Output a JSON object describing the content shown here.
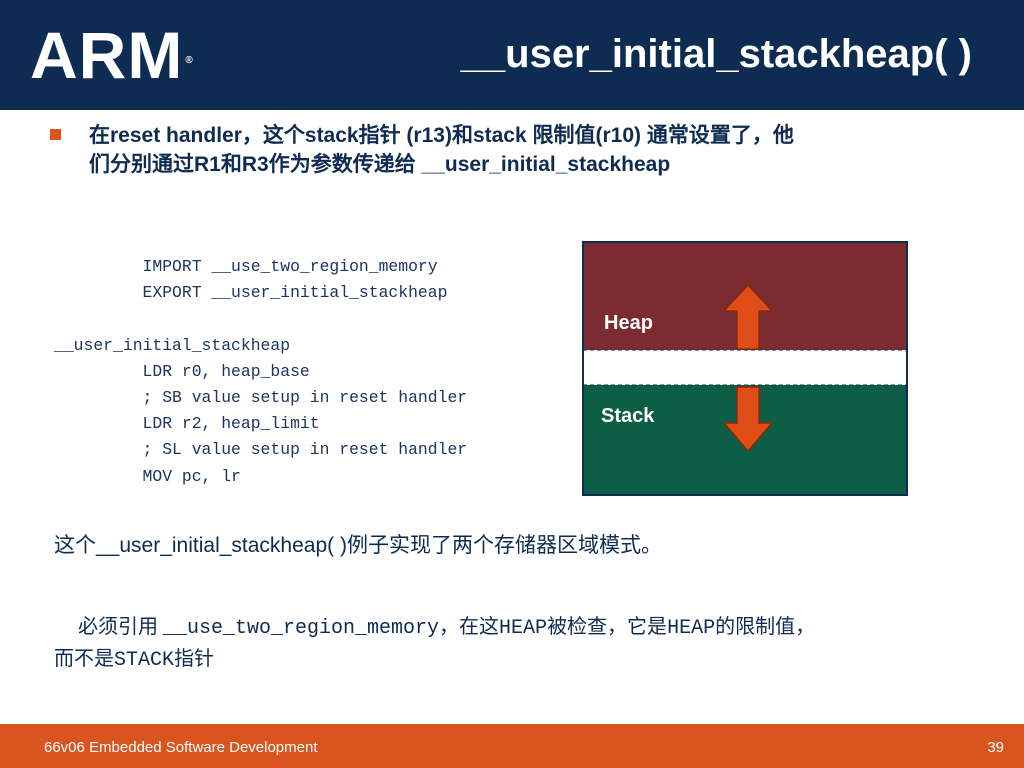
{
  "header": {
    "logo": "ARM",
    "logo_mark": "®",
    "title": "__user_initial_stackheap( )"
  },
  "bullet": {
    "line1": "在reset handler，这个stack指针 (r13)和stack 限制值(r10) 通常设置了，他",
    "line2": "们分别通过R1和R3作为参数传递给 __user_initial_stackheap"
  },
  "code": {
    "lines": [
      "         IMPORT __use_two_region_memory",
      "         EXPORT __user_initial_stackheap",
      "",
      "__user_initial_stackheap",
      "         LDR r0, heap_base",
      "         ; SB value setup in reset handler",
      "         LDR r2, heap_limit",
      "         ; SL value setup in reset handler",
      "         MOV pc, lr"
    ]
  },
  "diagram": {
    "heap_label": "Heap",
    "stack_label": "Stack",
    "colors": {
      "heap": "#7b2b31",
      "stack": "#0c5e44",
      "arrow": "#e04e17",
      "border": "#0e2b52"
    }
  },
  "paragraph1": "这个__user_initial_stackheap( )例子实现了两个存储器区域模式。",
  "paragraph2": {
    "text1": "必须引用 ",
    "code1": "__use_two_region_memory",
    "text2": "，在这",
    "code2": "HEAP",
    "text3": "被检查，它是",
    "code3": "HEAP",
    "text4": "的限制值，",
    "text5": "而不是",
    "code4": "STACK",
    "text6": "指针"
  },
  "footer": {
    "course": "66v06 Embedded Software Development",
    "page": "39"
  },
  "colors": {
    "header_bg": "#0e2b52",
    "accent": "#d9541e",
    "text": "#0e2b52"
  }
}
